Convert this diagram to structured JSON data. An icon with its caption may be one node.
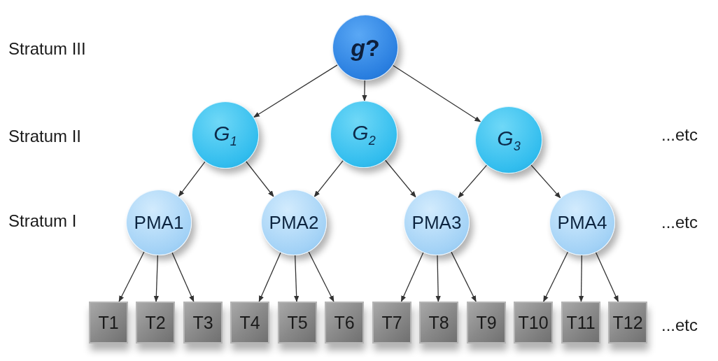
{
  "diagram": {
    "nodes": [
      {
        "text": [
          "*g*?"
        ]
      },
      {
        "text": [
          "G$_{1}$"
        ]
      },
      {
        "text": [
          "G$_{2}$"
        ]
      },
      {
        "text": [
          "G$_{3}$"
        ]
      },
      {
        "text": [
          "PMA1"
        ]
      },
      {
        "text": [
          "PMA2"
        ]
      },
      {
        "text": [
          "PMA3"
        ]
      },
      {
        "text": [
          "PMA4"
        ]
      },
      {
        "text": [
          "T1"
        ]
      },
      {
        "text": [
          "T2"
        ]
      },
      {
        "text": [
          "T3"
        ]
      },
      {
        "text": [
          "T4"
        ]
      },
      {
        "text": [
          "T5"
        ]
      },
      {
        "text": [
          "T6"
        ]
      },
      {
        "text": [
          "T7"
        ]
      },
      {
        "text": [
          "T8"
        ]
      },
      {
        "text": [
          "T9"
        ]
      },
      {
        "text": [
          "T10"
        ]
      },
      {
        "text": [
          "T11"
        ]
      },
      {
        "text": [
          "T12"
        ]
      }
    ],
    "edges": [
      {
        "from": 0,
        "to": 1,
        "arrow": "to"
      },
      {
        "from": 0,
        "to": 2,
        "arrow": "to"
      },
      {
        "from": 0,
        "to": 3,
        "arrow": "to"
      },
      {
        "from": 1,
        "to": 4,
        "arrow": "to"
      },
      {
        "from": 1,
        "to": 5,
        "arrow": "to"
      },
      {
        "from": 2,
        "to": 5,
        "arrow": "to"
      },
      {
        "from": 2,
        "to": 6,
        "arrow": "to"
      },
      {
        "from": 3,
        "to": 6,
        "arrow": "to"
      },
      {
        "from": 3,
        "to": 7,
        "arrow": "to"
      },
      {
        "from": 4,
        "to": 8,
        "arrow": "to"
      },
      {
        "from": 4,
        "to": 9,
        "arrow": "to"
      },
      {
        "from": 4,
        "to": 10,
        "arrow": "to"
      },
      {
        "from": 5,
        "to": 11,
        "arrow": "to"
      },
      {
        "from": 5,
        "to": 12,
        "arrow": "to"
      },
      {
        "from": 5,
        "to": 13,
        "arrow": "to"
      },
      {
        "from": 6,
        "to": 14,
        "arrow": "to"
      },
      {
        "from": 6,
        "to": 15,
        "arrow": "to"
      },
      {
        "from": 6,
        "to": 16,
        "arrow": "to"
      },
      {
        "from": 7,
        "to": 17,
        "arrow": "to"
      },
      {
        "from": 7,
        "to": 18,
        "arrow": "to"
      },
      {
        "from": 7,
        "to": 19,
        "arrow": "to"
      }
    ],
    "labels": [
      "Stratum III",
      "Stratum II",
      "...etc",
      "Stratum I",
      "...etc",
      "...etc"
    ]
  }
}
